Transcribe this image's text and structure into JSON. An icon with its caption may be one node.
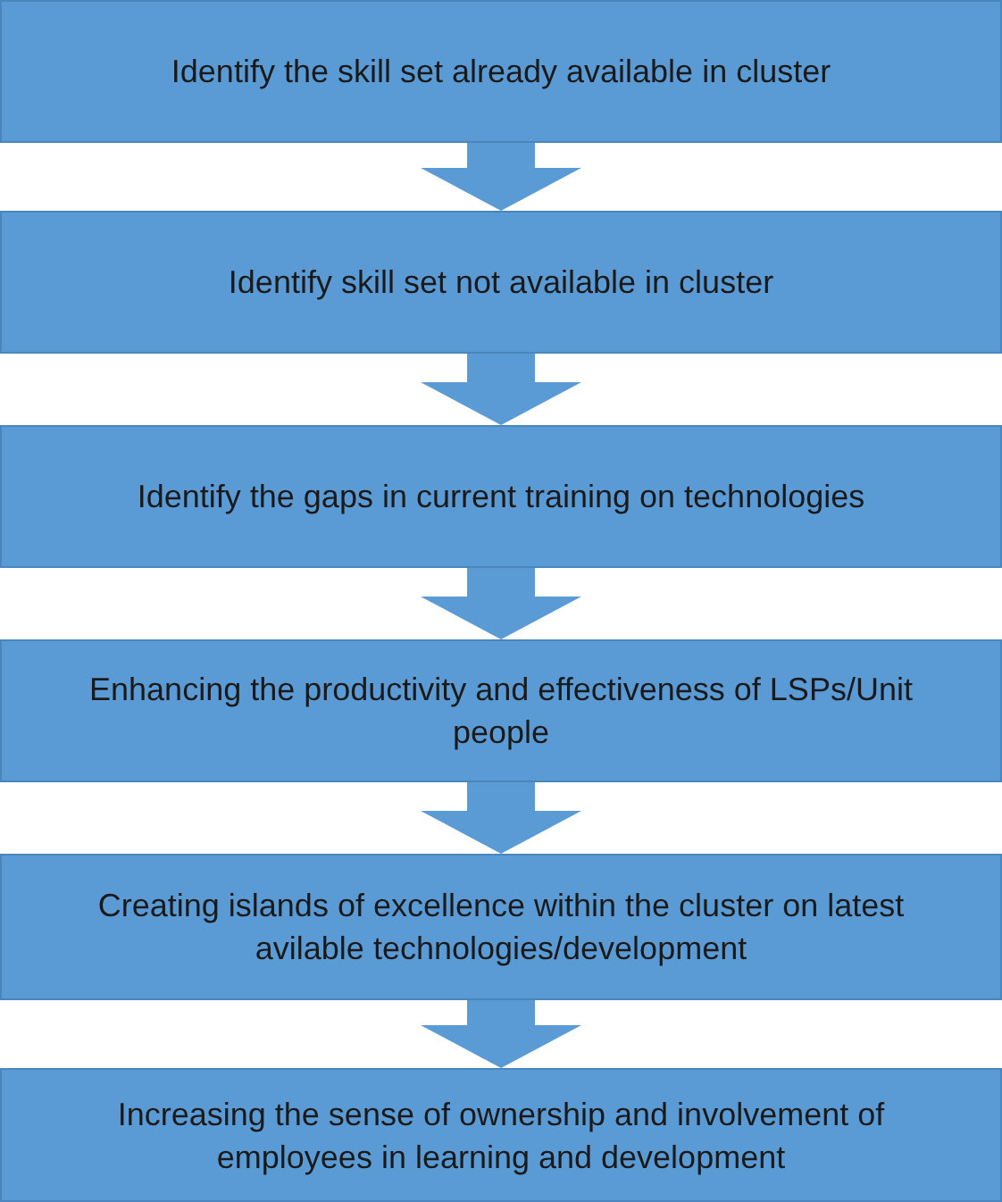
{
  "diagram": {
    "nodes": [
      {
        "text": [
          "Identify the skill set  already available in cluster"
        ]
      },
      {
        "text": [
          "Identify skill set not available in cluster"
        ]
      },
      {
        "text": [
          "Identify the gaps in current training on technologies"
        ]
      },
      {
        "text": [
          "Enhancing the productivity and effectiveness of LSPs/Unit people"
        ]
      },
      {
        "text": [
          "Creating islands of excellence within the cluster on latest avilable technologies/development"
        ]
      },
      {
        "text": [
          "Increasing the sense of ownership and involvement of employees in learning and development"
        ]
      }
    ],
    "edges": [
      {
        "from": 0,
        "to": 1,
        "arrow": "to"
      },
      {
        "from": 1,
        "to": 2,
        "arrow": "to"
      },
      {
        "from": 2,
        "to": 3,
        "arrow": "to"
      },
      {
        "from": 3,
        "to": 4,
        "arrow": "to"
      },
      {
        "from": 4,
        "to": 5,
        "arrow": "to"
      }
    ]
  }
}
